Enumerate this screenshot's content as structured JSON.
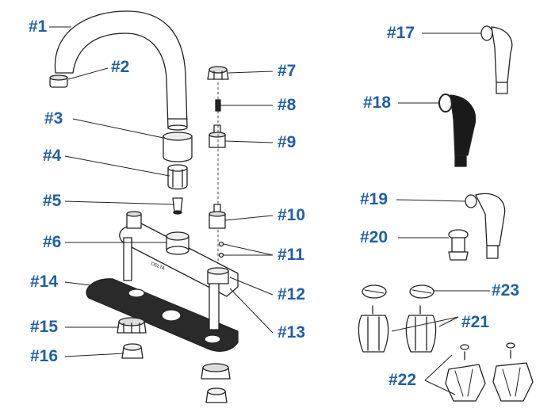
{
  "colors": {
    "label": "#1f5fa8",
    "line": "#222222",
    "part_fill": "#ffffff",
    "part_dark": "#1a1a1a",
    "gasket": "#2a2a2a"
  },
  "labels": {
    "p1": "#1",
    "p2": "#2",
    "p3": "#3",
    "p4": "#4",
    "p5": "#5",
    "p6": "#6",
    "p7": "#7",
    "p8": "#8",
    "p9": "#9",
    "p10": "#10",
    "p11": "#11",
    "p12": "#12",
    "p13": "#13",
    "p14": "#14",
    "p15": "#15",
    "p16": "#16",
    "p17": "#17",
    "p18": "#18",
    "p19": "#19",
    "p20": "#20",
    "p21": "#21",
    "p22": "#22",
    "p23": "#23"
  },
  "brand_mark": "DELTA"
}
